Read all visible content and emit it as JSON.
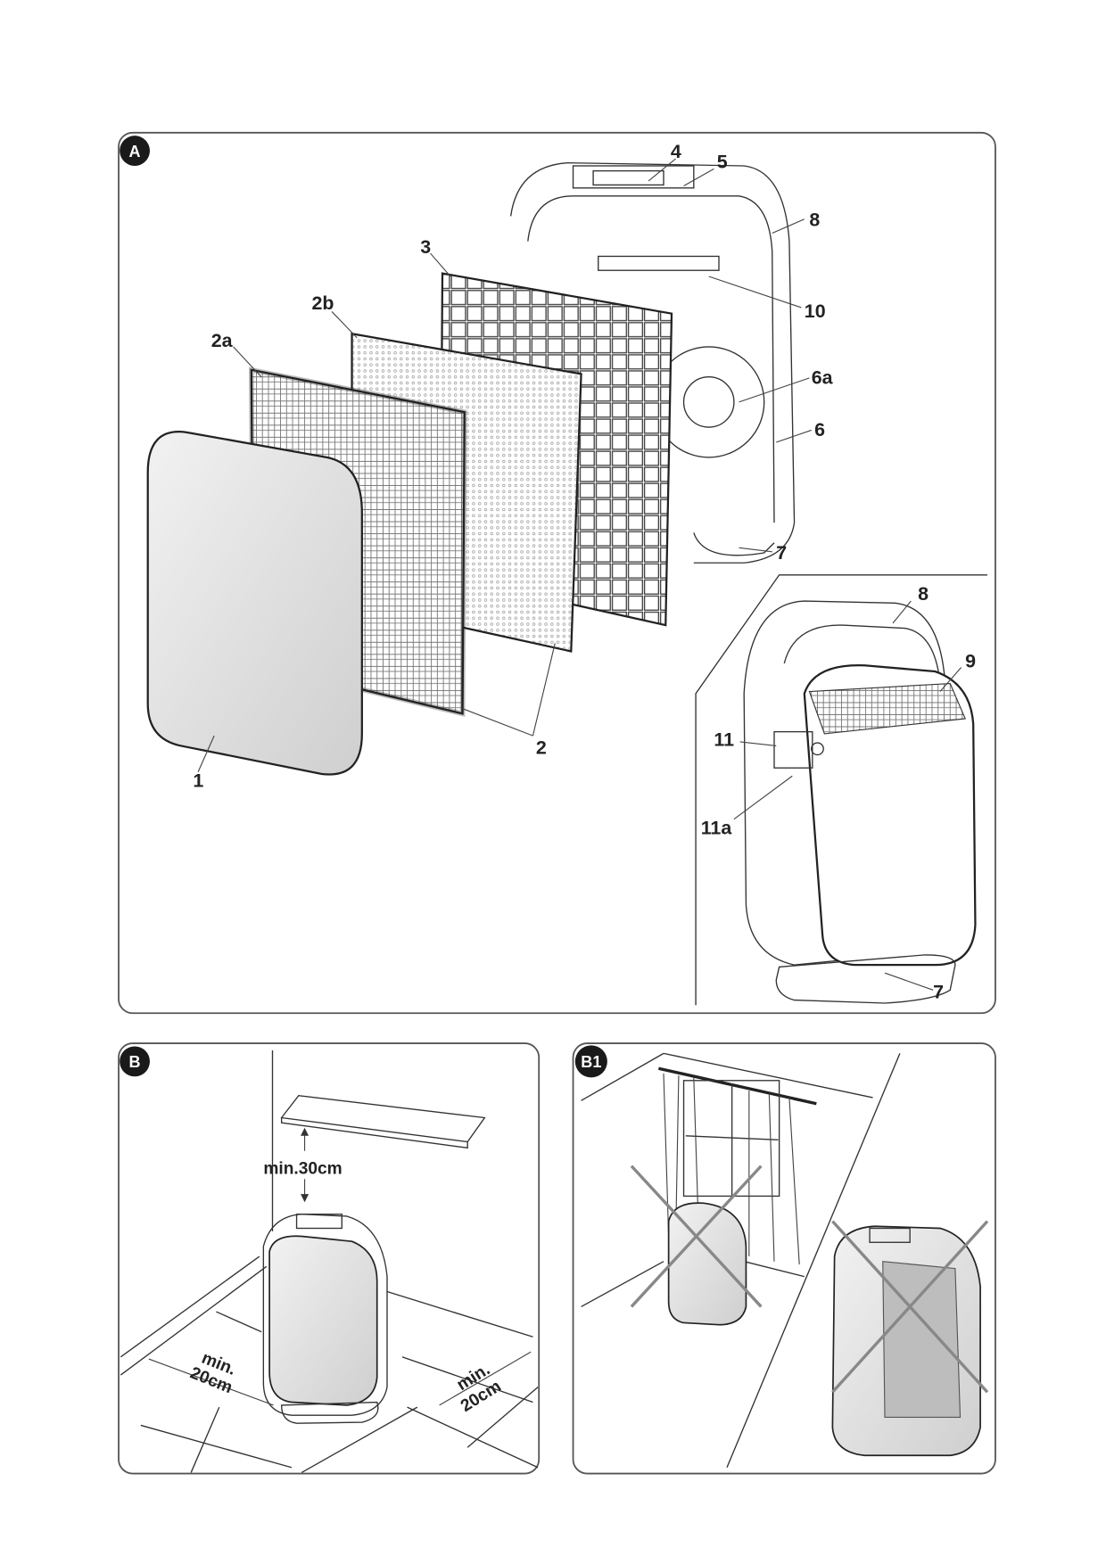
{
  "panels": {
    "A": {
      "badge": "A",
      "labels": {
        "l1": "1",
        "l2": "2",
        "l2a": "2a",
        "l2b": "2b",
        "l3": "3",
        "l4": "4",
        "l5": "5",
        "l6": "6",
        "l6a": "6a",
        "l7": "7",
        "l8": "8",
        "l10": "10",
        "i8": "8",
        "i9": "9",
        "i11": "11",
        "i11a": "11a",
        "i7": "7"
      }
    },
    "B": {
      "badge": "B",
      "clearance_top": "min.30cm",
      "clearance_left_1": "min.",
      "clearance_left_2": "20cm",
      "clearance_right_1": "min.",
      "clearance_right_2": "20cm"
    },
    "B1": {
      "badge": "B1"
    }
  },
  "colors": {
    "badge": "#1a1a1a",
    "frame": "#555555",
    "cross": "#888888"
  }
}
